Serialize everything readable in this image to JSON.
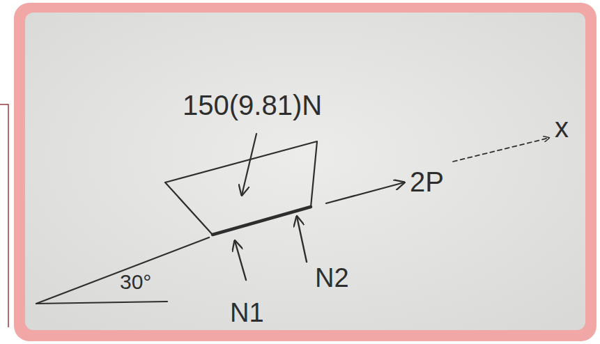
{
  "diagram": {
    "labels": [
      "150(9.81)N",
      "2P",
      "x",
      "N1",
      "N2",
      "30°"
    ]
  }
}
